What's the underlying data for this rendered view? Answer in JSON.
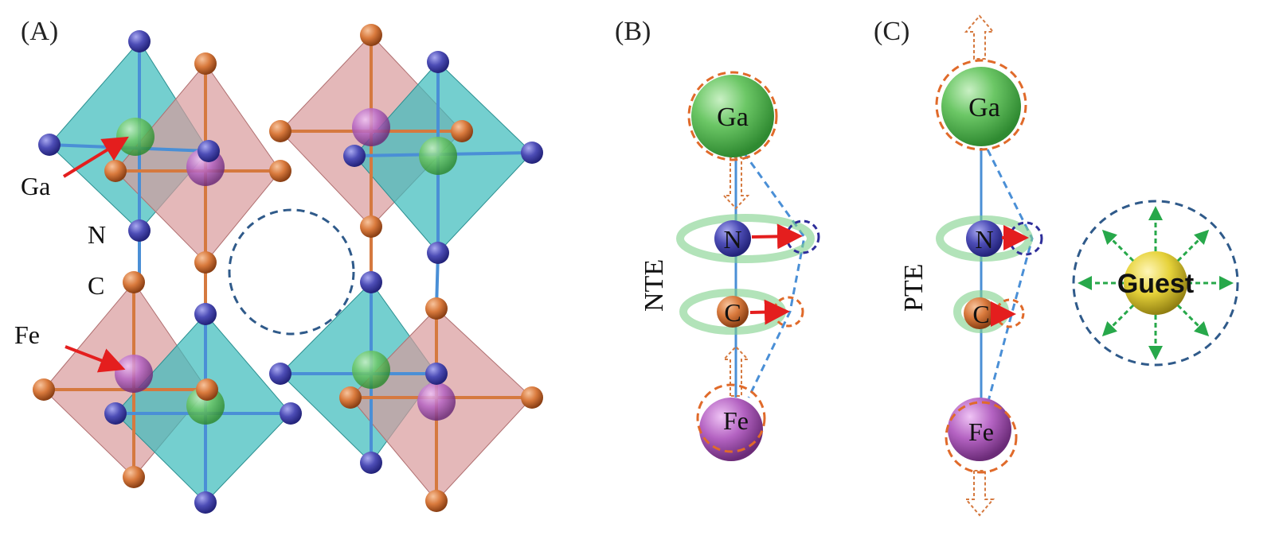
{
  "panels": {
    "a": {
      "label": "(A)",
      "labels": {
        "ga": "Ga",
        "n": "N",
        "c": "C",
        "fe": "Fe"
      }
    },
    "b": {
      "label": "(B)",
      "mode": "NTE",
      "atoms": {
        "ga": "Ga",
        "n": "N",
        "c": "C",
        "fe": "Fe"
      }
    },
    "c": {
      "label": "(C)",
      "mode": "PTE",
      "atoms": {
        "ga": "Ga",
        "n": "N",
        "c": "C",
        "fe": "Fe"
      },
      "guest": "Guest"
    }
  },
  "colors": {
    "ga_green": "#5bbf58",
    "n_blue": "#4b4cae",
    "c_orange": "#d5793f",
    "fe_purple": "#b35fc0",
    "octa_teal": "#3fbcbd",
    "octa_pink": "#d99a9b",
    "bond_blue": "#4a8fd6",
    "arrow_red": "#e41e1e",
    "dash_orange": "#e06a2a",
    "dash_navy": "#2f5a8a",
    "guest_yellow": "#e6d23a",
    "dash_green": "#27a84a"
  }
}
